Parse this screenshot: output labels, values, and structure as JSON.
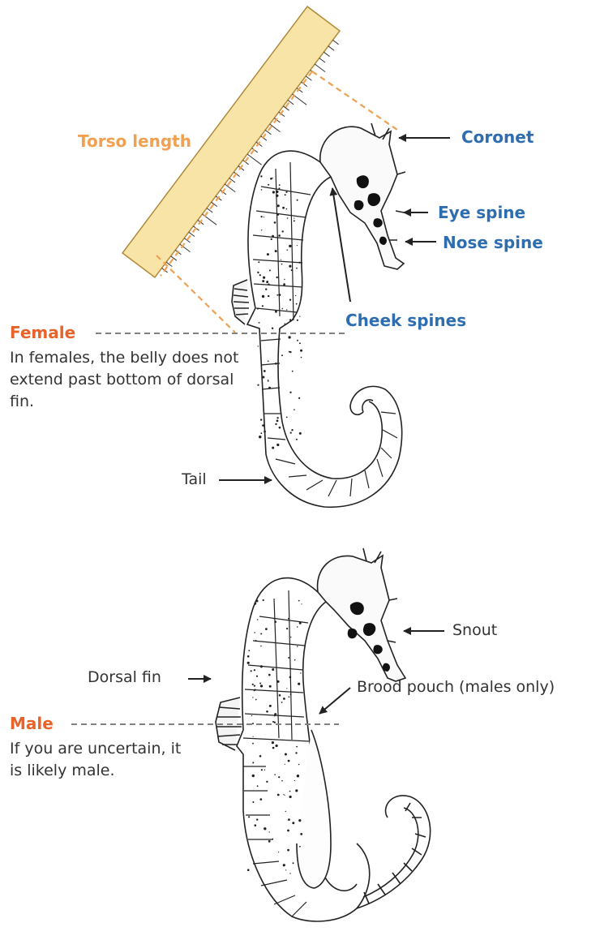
{
  "colors": {
    "measure_orange": "#F0A050",
    "label_blue": "#2E6DAF",
    "sex_red": "#E8632A",
    "text_grey": "#333333",
    "line_grey": "#808080",
    "ruler_fill": "#F8E4A6"
  },
  "labels": {
    "torso_length": "Torso length",
    "coronet": "Coronet",
    "eye_spine": "Eye spine",
    "nose_spine": "Nose spine",
    "cheek_spines": "Cheek spines",
    "tail": "Tail",
    "snout": "Snout",
    "dorsal_fin": "Dorsal fin",
    "brood_pouch": "Brood pouch (males only)"
  },
  "female": {
    "title": "Female",
    "description": "In females, the belly does not extend past bottom of dorsal fin."
  },
  "male": {
    "title": "Male",
    "description": "If you are uncertain, it is likely male."
  },
  "icons": [
    "ruler-icon",
    "seahorse-female-illustration",
    "seahorse-male-illustration",
    "arrow-icon"
  ]
}
